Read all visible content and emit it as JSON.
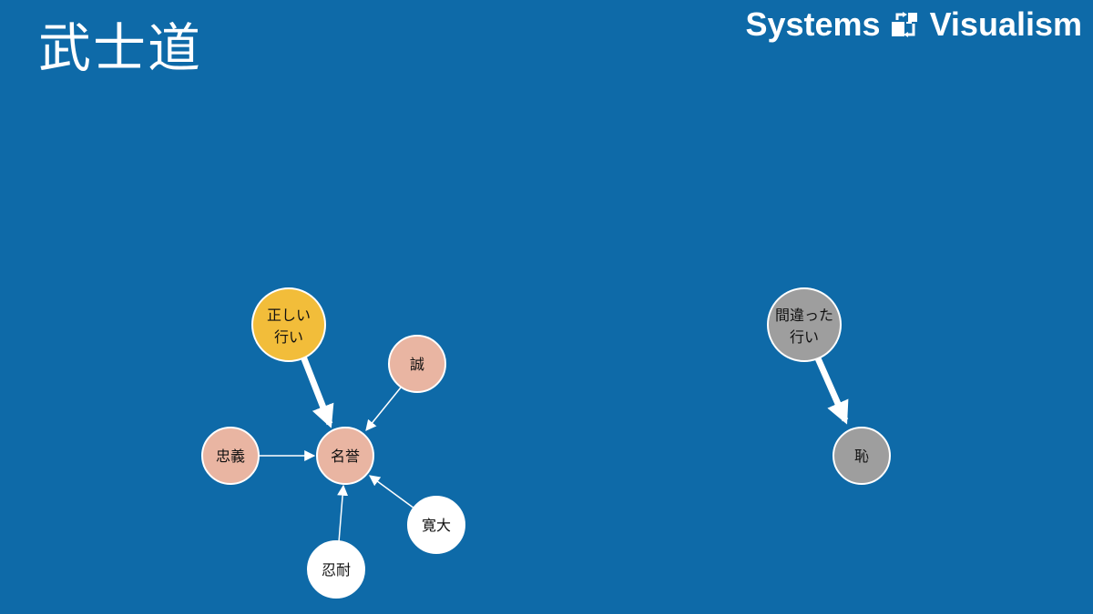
{
  "title": "武士道",
  "brand": {
    "left": "Systems",
    "right": "Visualism",
    "logo_icon": "systems-loop-icon"
  },
  "colors": {
    "background": "#0e6aa8",
    "yellow_node": "#f2bd3a",
    "pink_node": "#e9b5a2",
    "white_node": "#ffffff",
    "gray_node": "#9e9e9e",
    "edge": "#ffffff"
  },
  "nodes": {
    "right_action": {
      "lines": [
        "正しい",
        "行い"
      ]
    },
    "sincerity": {
      "lines": [
        "誠"
      ]
    },
    "loyalty": {
      "lines": [
        "忠義"
      ]
    },
    "honor": {
      "lines": [
        "名誉"
      ]
    },
    "tolerance": {
      "lines": [
        "寛大"
      ]
    },
    "patience": {
      "lines": [
        "忍耐"
      ]
    },
    "wrong_action": {
      "lines": [
        "間違った",
        "行い"
      ]
    },
    "shame": {
      "lines": [
        "恥"
      ]
    }
  }
}
